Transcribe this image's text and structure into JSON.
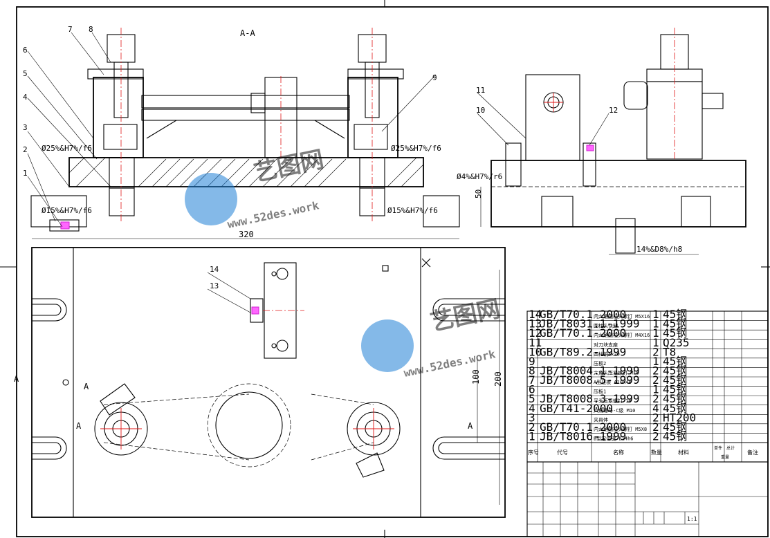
{
  "drawing": {
    "section_title": "A-A",
    "part_callouts": [
      "1",
      "2",
      "3",
      "4",
      "5",
      "6",
      "7",
      "8",
      "9",
      "10",
      "11",
      "12",
      "13",
      "14"
    ],
    "fits": {
      "left_upper": "Ø25%&H7%/f6",
      "right_upper": "Ø25%&H7%/f6",
      "left_lower": "Ø15%&H7%/f6",
      "right_lower": "Ø15%&H7%/f6",
      "side_pin": "Ø4%&H7%/r6",
      "side_key": "14%&D8%/h8"
    },
    "dimensions": {
      "length": "320",
      "width": "200",
      "pitch": "100",
      "height": "50"
    },
    "section_marks": {
      "a_left_top": "A",
      "a_left": "A",
      "a_right": "A",
      "a_upper_left": "A"
    }
  },
  "bom": {
    "rows": [
      {
        "no": "14",
        "std": "GB/T70.1-2000",
        "name": "内六角圆柱头螺钉 M5X16",
        "qty": "1",
        "mat": "45钢"
      },
      {
        "no": "13",
        "std": "JB/T8031.1-1999",
        "name": "圆柱头快卸",
        "qty": "1",
        "mat": "45钢"
      },
      {
        "no": "12",
        "std": "GB/T70.1-2000",
        "name": "内六角圆柱头螺钉 M4X16",
        "qty": "1",
        "mat": "45钢"
      },
      {
        "no": "11",
        "std": "",
        "name": "对刀块支座",
        "qty": "1",
        "mat": "Q235"
      },
      {
        "no": "10",
        "std": "GB/T89.2-1999",
        "name": "圆柱销4x20",
        "qty": "2",
        "mat": "T8"
      },
      {
        "no": "9",
        "std": "",
        "name": "压板2",
        "qty": "1",
        "mat": "45钢"
      },
      {
        "no": "8",
        "std": "JB/T8004.1-1999",
        "name": "六角头压紧螺钉 M10",
        "qty": "2",
        "mat": "45钢"
      },
      {
        "no": "7",
        "std": "JB/T8008.5-1999",
        "name": "A型压板 A10X40",
        "qty": "2",
        "mat": "45钢"
      },
      {
        "no": "6",
        "std": "",
        "name": "压板1",
        "qty": "1",
        "mat": "45钢"
      },
      {
        "no": "5",
        "std": "JB/T8008.3-1999",
        "name": "平头压紧螺钉 10",
        "qty": "2",
        "mat": "45钢"
      },
      {
        "no": "4",
        "std": "GB/T41-2000",
        "name": "六角螺母-C级 M10",
        "qty": "4",
        "mat": "45钢"
      },
      {
        "no": "3",
        "std": "",
        "name": "夹具体",
        "qty": "2",
        "mat": "HT200"
      },
      {
        "no": "2",
        "std": "GB/T70.1-2000",
        "name": "内六角圆柱头螺钉 M5X8",
        "qty": "2",
        "mat": "45钢"
      },
      {
        "no": "1",
        "std": "JB/T8016-1999",
        "name": "B型定位键 B14h6",
        "qty": "2",
        "mat": "45钢"
      }
    ],
    "header": {
      "no": "序号",
      "std": "代号",
      "name": "名称",
      "qty": "数量",
      "mat": "材料",
      "single": "单件",
      "total": "总计",
      "weight": "重量",
      "remark": "备注"
    },
    "scale": "1:1"
  },
  "watermark": {
    "brand": "艺图网",
    "url": "www.52des.work"
  },
  "colors": {
    "line": "#000000",
    "center": "#e01515",
    "weld": "#d020d0",
    "watermark": "#1f7fd6"
  }
}
